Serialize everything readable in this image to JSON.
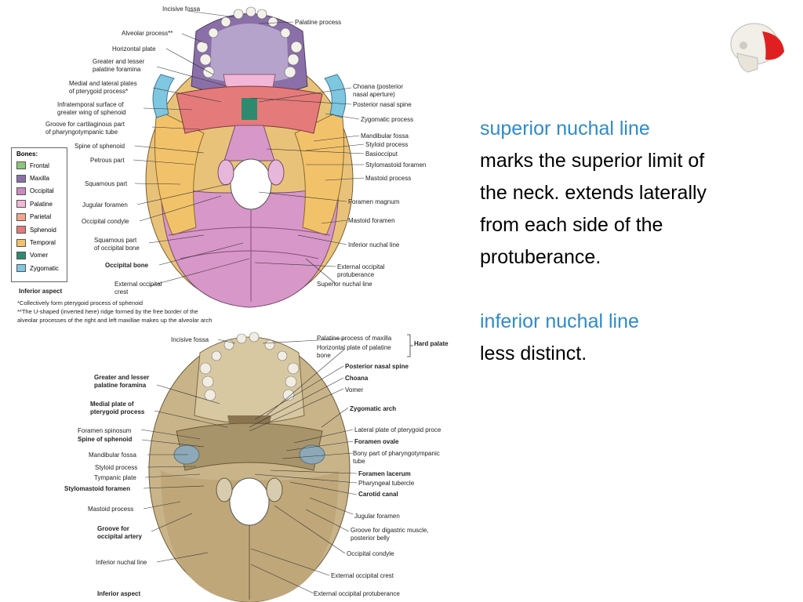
{
  "top_figure": {
    "labels_left": [
      "Incisive fossa",
      "Alveolar process**",
      "Horizontal plate",
      "Greater and lesser",
      "palatine foramina",
      "Medial and lateral plates",
      "of pterygoid process*",
      "Infratemporal surface of",
      "greater wing of sphenoid",
      "Groove for cartilaginous part",
      "of pharyngotympanic tube",
      "Spine of sphenoid",
      "Petrous part",
      "Squamous part",
      "Jugular foramen",
      "Occipital condyle",
      "Squamous part",
      "of occipital bone",
      "Occipital bone",
      "External occipital",
      "crest"
    ],
    "labels_right": [
      "Palatine process",
      "Choana (posterior",
      "nasal aperture)",
      "Posterior nasal spine",
      "Zygomatic process",
      "Mandibular fossa",
      "Styloid process",
      "Basiocciput",
      "Stylomastoid foramen",
      "Mastoid process",
      "Foramen magnum",
      "Mastoid foramen",
      "Inferior nuchal line",
      "External occipital",
      "protuberance",
      "Superior nuchal line"
    ],
    "legend_title": "Bones:",
    "legend": [
      {
        "name": "Frontal",
        "color": "#8DC47A"
      },
      {
        "name": "Maxilla",
        "color": "#8A6FA8"
      },
      {
        "name": "Occipital",
        "color": "#C98BC0"
      },
      {
        "name": "Palatine",
        "color": "#F2B6D6"
      },
      {
        "name": "Parietal",
        "color": "#F0A78A"
      },
      {
        "name": "Sphenoid",
        "color": "#E57A7A"
      },
      {
        "name": "Temporal",
        "color": "#F2C26B"
      },
      {
        "name": "Vomer",
        "color": "#2E8A6E"
      },
      {
        "name": "Zygomatic",
        "color": "#7FC6E0"
      }
    ],
    "caption": "Inferior aspect",
    "note1": "*Collectively form pterygoid process of sphenoid",
    "note2": "**The U-shaped (inverted here) ridge formed by the free border of the",
    "note3": "alveolar processes of the right and left maxillae makes up the alveolar arch"
  },
  "bottom_figure": {
    "labels_left": [
      "Incisive fossa",
      "Greater and lesser",
      "palatine foramina",
      "Medial plate of",
      "pterygoid process",
      "Foramen spinosum",
      "Spine of sphenoid",
      "Mandibular fossa",
      "Styloid process",
      "Tympanic plate",
      "Stylomastoid foramen",
      "Mastoid process",
      "Groove for",
      "occipital artery",
      "Inferior nuchal line"
    ],
    "labels_right": [
      "Palatine process of maxilla",
      "Horizontal plate of palatine",
      "bone",
      "Hard palate",
      "Posterior nasal spine",
      "Choana",
      "Vomer",
      "Zygomatic arch",
      "Lateral plate of pterygoid proce",
      "Foramen ovale",
      "Bony part of pharyngotympanic",
      "tube",
      "Foramen lacerum",
      "Pharyngeal tubercle",
      "Carotid canal",
      "Jugular foramen",
      "Groove for digastric muscle,",
      "posterior belly",
      "Occipital condyle",
      "External occipital crest",
      "External occipital protuberance"
    ],
    "caption": "Inferior aspect"
  },
  "text_panel": {
    "term1": "superior nuchal line",
    "desc1_lines": [
      "marks the superior limit of",
      "the neck. extends laterally",
      "from each side of the",
      "protuberance."
    ],
    "term2": "inferior nuchal line",
    "desc2": "less distinct."
  },
  "colors": {
    "term": "#2E8BC9",
    "accent_red": "#E02020"
  },
  "icons": {
    "corner": "skull-icon"
  }
}
